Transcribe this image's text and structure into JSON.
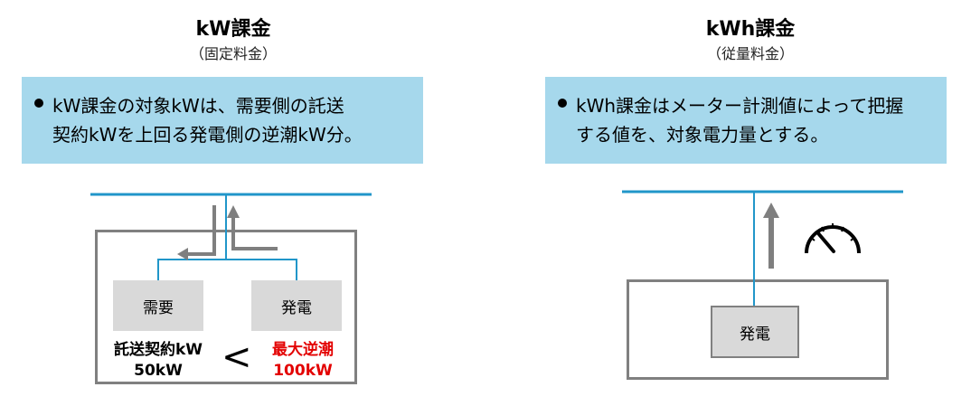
{
  "left": {
    "title": "kW課金",
    "subtitle": "（固定料金）",
    "note_line1": "kW課金の対象kWは、需要側の託送",
    "note_line2": "契約kWを上回る発電側の逆潮kW分。",
    "node_demand": "需要",
    "node_generation": "発電",
    "contract_label": "託送契約kW",
    "contract_value": "50kW",
    "compare_symbol": "<",
    "reverse_label": "最大逆潮",
    "reverse_value": "100kW"
  },
  "right": {
    "title": "kWh課金",
    "subtitle": "（従量料金）",
    "note_line1": "kWh課金はメーター計測値によって把握",
    "note_line2": "する値を、対象電力量とする。",
    "node_generation": "発電"
  },
  "colors": {
    "note_bg": "#a6d8ec",
    "line_blue": "#2196c9",
    "arrow_gray": "#7f7f7f",
    "box_gray": "#808080",
    "node_fill": "#d9d9d9",
    "accent_red": "#e30000"
  },
  "icons": {
    "meter": "gauge-icon",
    "bullet": "bullet-dot-icon"
  }
}
